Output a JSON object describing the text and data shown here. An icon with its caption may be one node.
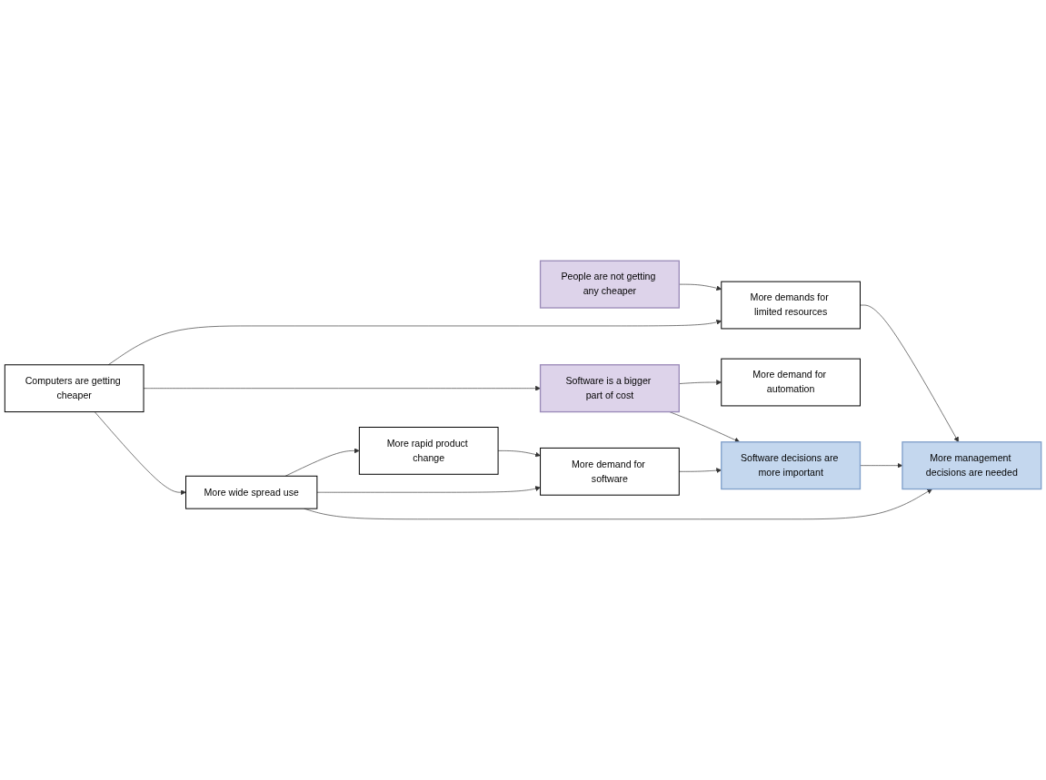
{
  "diagram": {
    "nodes": [
      {
        "text": [
          "Computers are getting cheaper"
        ]
      },
      {
        "text": [
          "More wide spread use"
        ]
      },
      {
        "text": [
          "Software is a bigger part of cost"
        ]
      },
      {
        "text": [
          "More demands for limited resources"
        ]
      },
      {
        "text": [
          "People are not getting any cheaper"
        ]
      },
      {
        "text": [
          "More rapid product change"
        ]
      },
      {
        "text": [
          "More demand for software"
        ]
      },
      {
        "text": [
          "More demand for automation"
        ]
      },
      {
        "text": [
          "Software decisions are more important"
        ]
      },
      {
        "text": [
          "More management decisions are needed"
        ]
      }
    ],
    "edges": [
      {
        "from": 0,
        "to": 1,
        "arrow": "to"
      },
      {
        "from": 0,
        "to": 2,
        "arrow": "to"
      },
      {
        "from": 0,
        "to": 3,
        "arrow": "to"
      },
      {
        "from": 4,
        "to": 3,
        "arrow": "to"
      },
      {
        "from": 1,
        "to": 5,
        "arrow": "to"
      },
      {
        "from": 1,
        "to": 6,
        "arrow": "to"
      },
      {
        "from": 1,
        "to": 9,
        "arrow": "to"
      },
      {
        "from": 5,
        "to": 6,
        "arrow": "to"
      },
      {
        "from": 6,
        "to": 8,
        "arrow": "to"
      },
      {
        "from": 2,
        "to": 7,
        "arrow": "to"
      },
      {
        "from": 2,
        "to": 8,
        "arrow": "to"
      },
      {
        "from": 8,
        "to": 9,
        "arrow": "to"
      },
      {
        "from": 3,
        "to": 9,
        "arrow": "to"
      }
    ]
  }
}
